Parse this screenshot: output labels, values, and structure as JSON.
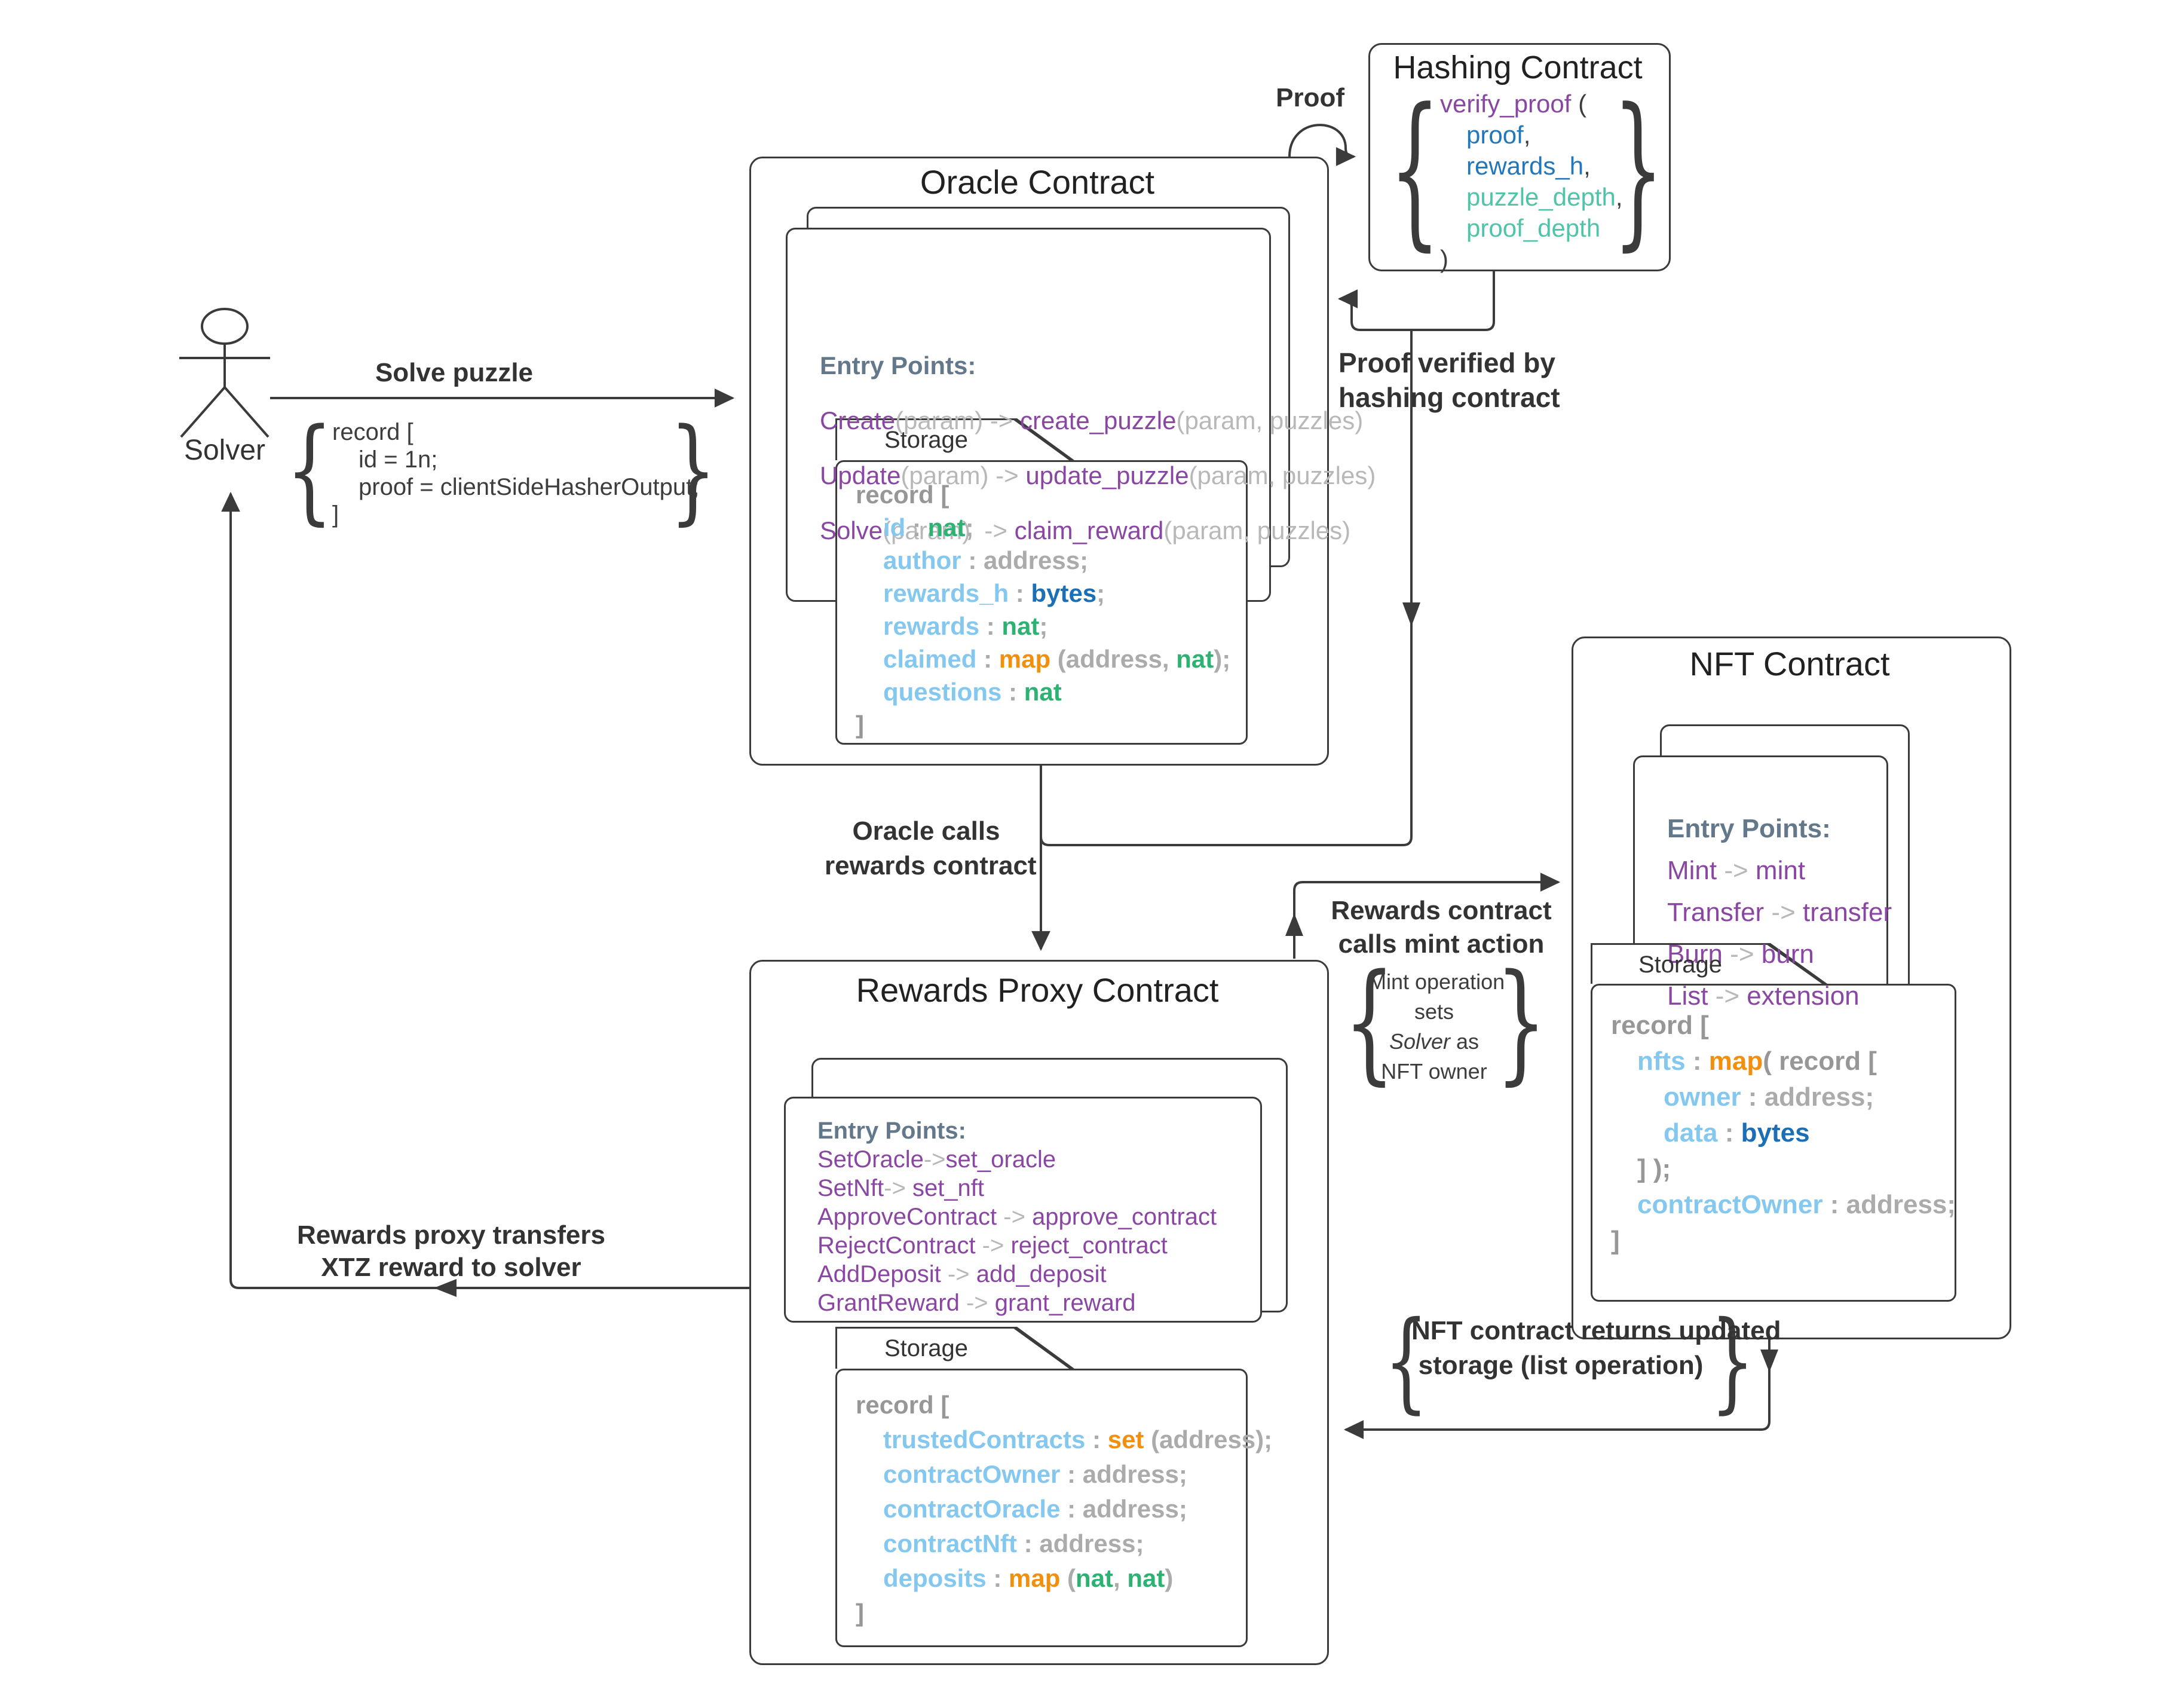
{
  "actor": {
    "label": "Solver"
  },
  "solver_record": {
    "lines": [
      {
        "s": [
          {
            "t": "record [",
            "c": "tx"
          }
        ]
      },
      {
        "i": 1,
        "s": [
          {
            "t": "id = 1n;",
            "c": "tx"
          }
        ]
      },
      {
        "i": 1,
        "s": [
          {
            "t": "proof = clientSideHasherOutput;",
            "c": "tx"
          }
        ]
      },
      {
        "s": [
          {
            "t": "]",
            "c": "tx"
          }
        ]
      }
    ]
  },
  "labels": {
    "solve_puzzle": {
      "lines": [
        "Solve puzzle"
      ]
    },
    "proof": {
      "lines": [
        "Proof"
      ]
    },
    "proof_verified": {
      "lines": [
        "Proof verified by",
        "hashing contract"
      ]
    },
    "oracle_calls": {
      "lines": [
        "Oracle calls",
        "rewards contract"
      ]
    },
    "rewards_calls_mint": {
      "lines": [
        "Rewards contract",
        "calls mint action"
      ]
    },
    "nft_returns": {
      "lines": [
        "NFT contract returns updated",
        "storage (list operation)"
      ]
    },
    "xtz_transfer": {
      "lines": [
        "Rewards proxy transfers",
        "XTZ reward to solver"
      ]
    },
    "mint_note": {
      "lines": [
        {
          "s": [
            {
              "t": "Mint operation",
              "c": "tx"
            }
          ]
        },
        {
          "s": [
            {
              "t": "sets",
              "c": "tx"
            }
          ]
        },
        {
          "s": [
            {
              "t": "Solver",
              "c": "it"
            },
            {
              "t": " as",
              "c": "tx"
            }
          ]
        },
        {
          "s": [
            {
              "t": "NFT owner",
              "c": "tx"
            }
          ]
        }
      ]
    }
  },
  "oracle": {
    "title": "Oracle Contract",
    "storage_label": "Storage",
    "entries": {
      "lines": [
        {
          "s": [
            {
              "t": "Entry Points:",
              "c": "sl"
            }
          ]
        },
        {
          "s": [
            {
              "t": "Create",
              "c": "pu"
            },
            {
              "t": "(param)",
              "c": "dm"
            },
            {
              "t": " -> ",
              "c": "dm"
            },
            {
              "t": "create_puzzle",
              "c": "pu"
            },
            {
              "t": "(param, puzzles)",
              "c": "dm"
            }
          ]
        },
        {
          "s": [
            {
              "t": "Update",
              "c": "pu"
            },
            {
              "t": "(param)",
              "c": "dm"
            },
            {
              "t": " -> ",
              "c": "dm"
            },
            {
              "t": "update_puzzle",
              "c": "pu"
            },
            {
              "t": "(param, puzzles)",
              "c": "dm"
            }
          ]
        },
        {
          "s": [
            {
              "t": "Solve",
              "c": "pu"
            },
            {
              "t": "(param)",
              "c": "dm"
            },
            {
              "t": "  -> ",
              "c": "dm"
            },
            {
              "t": "claim_reward",
              "c": "pu"
            },
            {
              "t": "(param, puzzles)",
              "c": "dm"
            }
          ]
        }
      ]
    },
    "storage": {
      "lines": [
        {
          "s": [
            {
              "t": "record [",
              "c": "gy"
            }
          ]
        },
        {
          "i": 1,
          "s": [
            {
              "t": "id",
              "c": "sk"
            },
            {
              "t": " : ",
              "c": "ad"
            },
            {
              "t": "nat",
              "c": "gr"
            },
            {
              "t": ";",
              "c": "ad"
            }
          ]
        },
        {
          "i": 1,
          "s": [
            {
              "t": "author",
              "c": "sk"
            },
            {
              "t": " : ",
              "c": "ad"
            },
            {
              "t": "address",
              "c": "ad"
            },
            {
              "t": ";",
              "c": "ad"
            }
          ]
        },
        {
          "i": 1,
          "s": [
            {
              "t": "rewards_h",
              "c": "sk"
            },
            {
              "t": " : ",
              "c": "ad"
            },
            {
              "t": "bytes",
              "c": "bl"
            },
            {
              "t": ";",
              "c": "ad"
            }
          ]
        },
        {
          "i": 1,
          "s": [
            {
              "t": "rewards",
              "c": "sk"
            },
            {
              "t": " : ",
              "c": "ad"
            },
            {
              "t": "nat",
              "c": "gr"
            },
            {
              "t": ";",
              "c": "ad"
            }
          ]
        },
        {
          "i": 1,
          "s": [
            {
              "t": "claimed",
              "c": "sk"
            },
            {
              "t": " : ",
              "c": "ad"
            },
            {
              "t": "map",
              "c": "or"
            },
            {
              "t": " (",
              "c": "ad"
            },
            {
              "t": "address",
              "c": "ad"
            },
            {
              "t": ", ",
              "c": "ad"
            },
            {
              "t": "nat",
              "c": "gr"
            },
            {
              "t": ");",
              "c": "ad"
            }
          ]
        },
        {
          "i": 1,
          "s": [
            {
              "t": "questions",
              "c": "sk"
            },
            {
              "t": " : ",
              "c": "ad"
            },
            {
              "t": "nat",
              "c": "gr"
            }
          ]
        },
        {
          "s": [
            {
              "t": "]",
              "c": "gy"
            }
          ]
        }
      ]
    }
  },
  "hashing": {
    "title": "Hashing Contract",
    "body": {
      "lines": [
        {
          "s": [
            {
              "t": "verify_proof ",
              "c": "pu"
            },
            {
              "t": "(",
              "c": "tx"
            }
          ]
        },
        {
          "i": 1,
          "s": [
            {
              "t": "proof",
              "c": "blr"
            },
            {
              "t": ",",
              "c": "tx"
            }
          ]
        },
        {
          "i": 1,
          "s": [
            {
              "t": "rewards_h",
              "c": "blr"
            },
            {
              "t": ",",
              "c": "tx"
            }
          ]
        },
        {
          "i": 1,
          "s": [
            {
              "t": "puzzle_depth",
              "c": "te"
            },
            {
              "t": ",",
              "c": "tx"
            }
          ]
        },
        {
          "i": 1,
          "s": [
            {
              "t": "proof_depth",
              "c": "te"
            }
          ]
        },
        {
          "s": [
            {
              "t": ")",
              "c": "tx"
            }
          ]
        }
      ]
    }
  },
  "nft": {
    "title": "NFT Contract",
    "storage_label": "Storage",
    "entries": {
      "lines": [
        {
          "s": [
            {
              "t": "Entry Points:",
              "c": "sl"
            }
          ]
        },
        {
          "s": [
            {
              "t": "Mint",
              "c": "pu"
            },
            {
              "t": " -> ",
              "c": "dm"
            },
            {
              "t": "mint",
              "c": "pu"
            }
          ]
        },
        {
          "s": [
            {
              "t": "Transfer",
              "c": "pu"
            },
            {
              "t": " -> ",
              "c": "dm"
            },
            {
              "t": "transfer",
              "c": "pu"
            }
          ]
        },
        {
          "s": [
            {
              "t": "Burn",
              "c": "pu"
            },
            {
              "t": " -> ",
              "c": "dm"
            },
            {
              "t": "burn",
              "c": "pu"
            }
          ]
        },
        {
          "s": [
            {
              "t": "List",
              "c": "pu"
            },
            {
              "t": " -> ",
              "c": "dm"
            },
            {
              "t": "extension",
              "c": "pu"
            }
          ]
        }
      ]
    },
    "storage": {
      "lines": [
        {
          "s": [
            {
              "t": "record [",
              "c": "gy"
            }
          ]
        },
        {
          "i": 1,
          "s": [
            {
              "t": "nfts",
              "c": "sk"
            },
            {
              "t": " : ",
              "c": "ad"
            },
            {
              "t": "map",
              "c": "or"
            },
            {
              "t": "( ",
              "c": "gy"
            },
            {
              "t": "record [",
              "c": "gy"
            }
          ]
        },
        {
          "i": 2,
          "s": [
            {
              "t": "owner",
              "c": "sk"
            },
            {
              "t": " : ",
              "c": "ad"
            },
            {
              "t": "address",
              "c": "ad"
            },
            {
              "t": ";",
              "c": "ad"
            }
          ]
        },
        {
          "i": 2,
          "s": [
            {
              "t": "data",
              "c": "sk"
            },
            {
              "t": " : ",
              "c": "ad"
            },
            {
              "t": "bytes",
              "c": "bl"
            }
          ]
        },
        {
          "i": 1,
          "s": [
            {
              "t": "] );",
              "c": "gy"
            }
          ]
        },
        {
          "i": 1,
          "s": [
            {
              "t": "contractOwner",
              "c": "sk"
            },
            {
              "t": " : ",
              "c": "ad"
            },
            {
              "t": "address",
              "c": "ad"
            },
            {
              "t": ";",
              "c": "ad"
            }
          ]
        },
        {
          "s": [
            {
              "t": "]",
              "c": "gy"
            }
          ]
        }
      ]
    }
  },
  "rewards": {
    "title": "Rewards Proxy Contract",
    "storage_label": "Storage",
    "entries": {
      "lines": [
        {
          "s": [
            {
              "t": "Entry Points:",
              "c": "sl"
            }
          ]
        },
        {
          "s": [
            {
              "t": "SetOracle",
              "c": "pu"
            },
            {
              "t": "->",
              "c": "dm"
            },
            {
              "t": "set_oracle",
              "c": "pu"
            }
          ]
        },
        {
          "s": [
            {
              "t": "SetNft",
              "c": "pu"
            },
            {
              "t": "-> ",
              "c": "dm"
            },
            {
              "t": "set_nft",
              "c": "pu"
            }
          ]
        },
        {
          "s": [
            {
              "t": "ApproveContract",
              "c": "pu"
            },
            {
              "t": " -> ",
              "c": "dm"
            },
            {
              "t": "approve_contract",
              "c": "pu"
            }
          ]
        },
        {
          "s": [
            {
              "t": "RejectContract",
              "c": "pu"
            },
            {
              "t": " -> ",
              "c": "dm"
            },
            {
              "t": "reject_contract",
              "c": "pu"
            }
          ]
        },
        {
          "s": [
            {
              "t": "AddDeposit",
              "c": "pu"
            },
            {
              "t": " -> ",
              "c": "dm"
            },
            {
              "t": "add_deposit",
              "c": "pu"
            }
          ]
        },
        {
          "s": [
            {
              "t": "GrantReward",
              "c": "pu"
            },
            {
              "t": " -> ",
              "c": "dm"
            },
            {
              "t": "grant_reward",
              "c": "pu"
            }
          ]
        }
      ]
    },
    "storage": {
      "lines": [
        {
          "s": [
            {
              "t": "record [",
              "c": "gy"
            }
          ]
        },
        {
          "i": 1,
          "s": [
            {
              "t": "trustedContracts",
              "c": "sk"
            },
            {
              "t": " : ",
              "c": "ad"
            },
            {
              "t": "set",
              "c": "or"
            },
            {
              "t": " (",
              "c": "ad"
            },
            {
              "t": "address",
              "c": "ad"
            },
            {
              "t": ");",
              "c": "ad"
            }
          ]
        },
        {
          "i": 1,
          "s": [
            {
              "t": "contractOwner",
              "c": "sk"
            },
            {
              "t": " : ",
              "c": "ad"
            },
            {
              "t": "address",
              "c": "ad"
            },
            {
              "t": ";",
              "c": "ad"
            }
          ]
        },
        {
          "i": 1,
          "s": [
            {
              "t": "contractOracle",
              "c": "sk"
            },
            {
              "t": " : ",
              "c": "ad"
            },
            {
              "t": "address",
              "c": "ad"
            },
            {
              "t": ";",
              "c": "ad"
            }
          ]
        },
        {
          "i": 1,
          "s": [
            {
              "t": "contractNft",
              "c": "sk"
            },
            {
              "t": " : ",
              "c": "ad"
            },
            {
              "t": "address",
              "c": "ad"
            },
            {
              "t": ";",
              "c": "ad"
            }
          ]
        },
        {
          "i": 1,
          "s": [
            {
              "t": "deposits",
              "c": "sk"
            },
            {
              "t": " : ",
              "c": "ad"
            },
            {
              "t": "map",
              "c": "or"
            },
            {
              "t": " (",
              "c": "ad"
            },
            {
              "t": "nat",
              "c": "gr"
            },
            {
              "t": ", ",
              "c": "ad"
            },
            {
              "t": "nat",
              "c": "gr"
            },
            {
              "t": ")",
              "c": "ad"
            }
          ]
        },
        {
          "s": [
            {
              "t": "]",
              "c": "gy"
            }
          ]
        }
      ]
    }
  },
  "glyphs": {
    "brace_open": "{",
    "brace_close": "}"
  }
}
